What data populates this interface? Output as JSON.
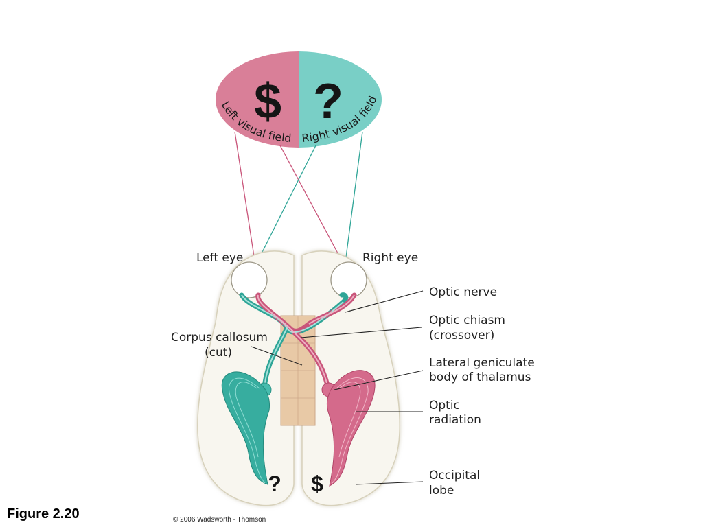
{
  "visual_field": {
    "left_symbol": "$",
    "right_symbol": "?",
    "left_label": "Left visual field",
    "right_label": "Right visual field",
    "left_color": "#d97f98",
    "right_color": "#79cfc6"
  },
  "labels": {
    "left_eye": "Left eye",
    "right_eye": "Right eye",
    "optic_nerve": "Optic nerve",
    "optic_chiasm": "Optic chiasm",
    "optic_chiasm_note": "(crossover)",
    "corpus_callosum": "Corpus callosum",
    "corpus_callosum_note": "(cut)",
    "lgn_line1": "Lateral geniculate",
    "lgn_line2": "body of thalamus",
    "radiation_line1": "Optic",
    "radiation_line2": "radiation",
    "occipital_line1": "Occipital",
    "occipital_line2": "lobe"
  },
  "occipital_symbols": {
    "left": "?",
    "right": "$"
  },
  "figure_title": "Figure 2.20",
  "copyright": "© 2006 Wadsworth - Thomson",
  "colors": {
    "pink_pathway": "#c9557a",
    "teal_pathway": "#2fa597",
    "corpus_callosum": "#e8c9a6",
    "brain_fill": "#f8f6ef"
  }
}
